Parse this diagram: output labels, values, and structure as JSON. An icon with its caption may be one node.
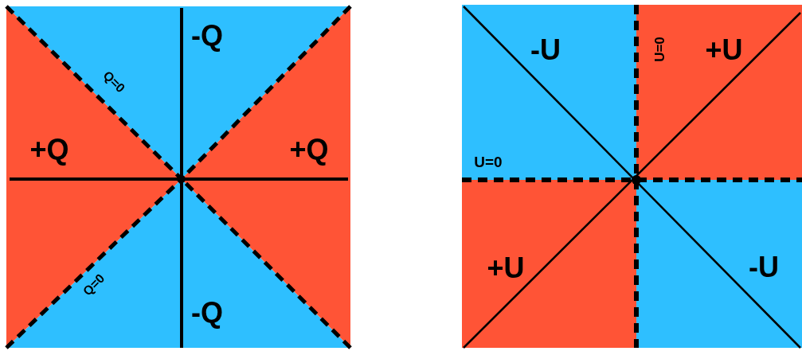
{
  "diagram": {
    "labels": [
      "-Q",
      "Q=0",
      "+Q",
      "+Q",
      "Q=0",
      "-Q",
      "-U",
      "U=0",
      "+U",
      "U=0",
      "+U",
      "-U"
    ]
  }
}
